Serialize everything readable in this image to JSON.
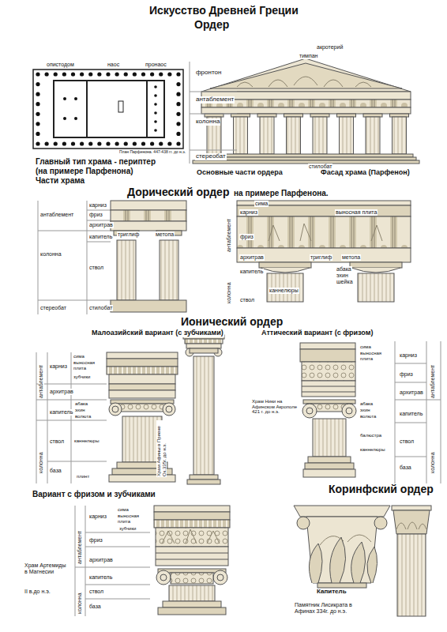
{
  "diagram": {
    "title": "Искусство Древней Греции",
    "labels": [
      "Ордер",
      "опистодом",
      "наос",
      "пронаос",
      "План Парфенона. 447-438 гг. до н.э.",
      "Главный тип храма - периптер",
      "(на примере Парфенона)",
      "Части храма",
      "акротерий",
      "тимпан",
      "фронтон",
      "антаблемент",
      "колонна",
      "стереобат",
      "стилобат",
      "Основные части ордера",
      "Фасад храма (Парфенон)",
      "Дорический ордер",
      "на примере Парфенона.",
      "антаблемент",
      "карниз",
      "фриз",
      "архитрав",
      "триглиф",
      "метопа",
      "колонна",
      "капитель",
      "ствол",
      "стереобат",
      "стилобат",
      "сима",
      "карниз",
      "выносная плита",
      "фриз",
      "антаблемент",
      "архитрав",
      "триглиф",
      "метопа",
      "абака",
      "эхин",
      "шейка",
      "капитель",
      "каннелюры",
      "ствол",
      "колонна",
      "Ионический ордер",
      "Малоазийский вариант (с зубчиками)",
      "Аттический вариант (с фризом)",
      "карниз",
      "сима",
      "выносная плита",
      "зубчики",
      "антаблемент",
      "архитрав",
      "капитель",
      "абака",
      "эхин",
      "волюта",
      "колонна",
      "ствол",
      "каннелюры",
      "база",
      "плинт",
      "Храм Афины в Приене Ок.335г. до н.э.",
      "сима",
      "выносная плита",
      "карниз",
      "фриз",
      "архитрав",
      "антаблемент",
      "абака",
      "эхин",
      "волюта",
      "Храм Ники на Афинском Акрополе 421 г. до н.э.",
      "капитель",
      "балюстра",
      "каннелюры",
      "ствол",
      "колонна",
      "база",
      "Вариант с фризом и зубчиками",
      "антаблемент",
      "карниз",
      "сима",
      "выносная плита",
      "зубчики",
      "фриз",
      "архитрав",
      "колонна",
      "капитель",
      "ствол",
      "база",
      "Храм Артемиды в Магнесии",
      "II в.до н.э.",
      "Коринфский ордер",
      "Капитель",
      "Памятник Лисикрата в Афинах 334г. до н.э."
    ]
  }
}
